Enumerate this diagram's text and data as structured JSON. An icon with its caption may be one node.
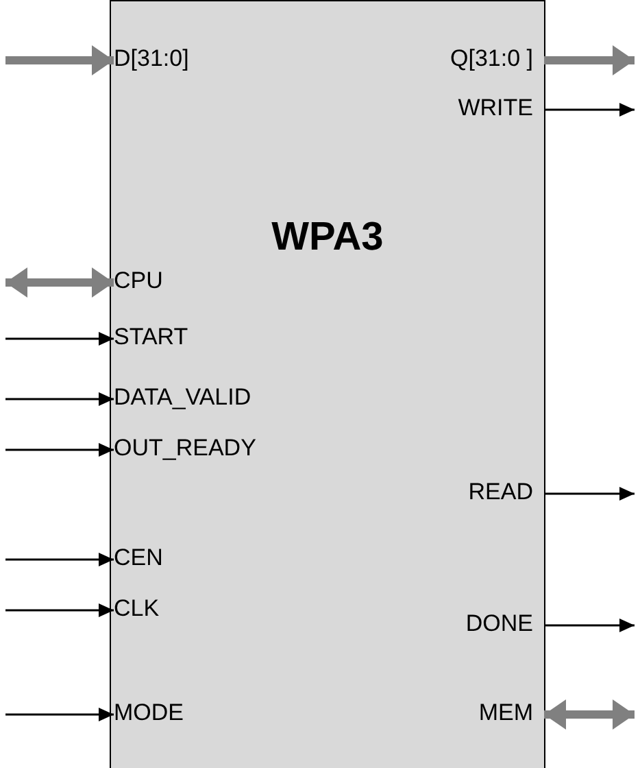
{
  "diagram": {
    "nodes": [
      {
        "text": [
          "WPA3"
        ]
      },
      {
        "text": [
          "D[31:0]"
        ],
        "in": 0
      },
      {
        "text": [
          "Q[31:0 ]"
        ],
        "in": 0
      },
      {
        "text": [
          "WRITE"
        ],
        "in": 0
      },
      {
        "text": [
          "CPU"
        ],
        "in": 0
      },
      {
        "text": [
          "START"
        ],
        "in": 0
      },
      {
        "text": [
          "DATA_VALID"
        ],
        "in": 0
      },
      {
        "text": [
          "OUT_READY"
        ],
        "in": 0
      },
      {
        "text": [
          "READ"
        ],
        "in": 0
      },
      {
        "text": [
          "CEN"
        ],
        "in": 0
      },
      {
        "text": [
          "CLK"
        ],
        "in": 0
      },
      {
        "text": [
          "DONE"
        ],
        "in": 0
      },
      {
        "text": [
          "MODE"
        ],
        "in": 0
      },
      {
        "text": [
          "MEM"
        ],
        "in": 0
      }
    ],
    "edges": [
      {
        "from": null,
        "to": 1,
        "arrow": "to",
        "style": "thick",
        "color": "#808080"
      },
      {
        "from": 2,
        "to": null,
        "arrow": "to",
        "style": "thick",
        "color": "#808080"
      },
      {
        "from": 3,
        "to": null,
        "arrow": "to"
      },
      {
        "from": null,
        "to": 4,
        "arrow": "both",
        "style": "thick",
        "color": "#808080"
      },
      {
        "from": null,
        "to": 5,
        "arrow": "to"
      },
      {
        "from": null,
        "to": 6,
        "arrow": "to"
      },
      {
        "from": null,
        "to": 7,
        "arrow": "to"
      },
      {
        "from": 8,
        "to": null,
        "arrow": "to"
      },
      {
        "from": null,
        "to": 9,
        "arrow": "to"
      },
      {
        "from": null,
        "to": 10,
        "arrow": "to"
      },
      {
        "from": 11,
        "to": null,
        "arrow": "to"
      },
      {
        "from": null,
        "to": 12,
        "arrow": "to"
      },
      {
        "from": 13,
        "to": null,
        "arrow": "both",
        "style": "thick",
        "color": "#808080"
      }
    ]
  }
}
